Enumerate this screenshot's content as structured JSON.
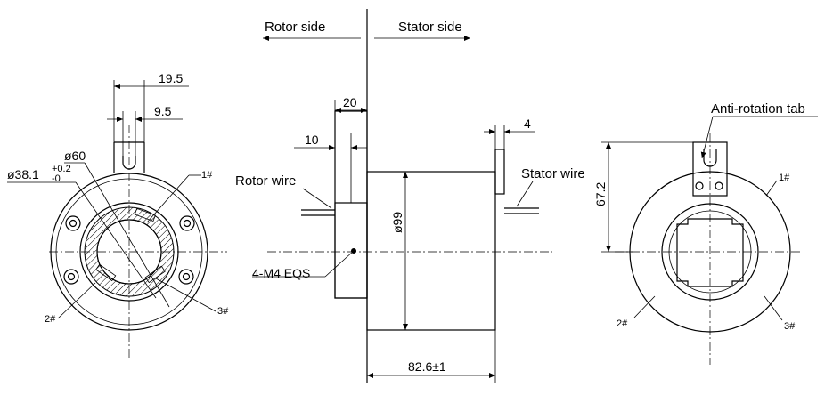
{
  "labels": {
    "rotor_side": "Rotor side",
    "stator_side": "Stator side",
    "rotor_wire": "Rotor wire",
    "stator_wire": "Stator wire",
    "anti_rotation_tab": "Anti-rotation tab",
    "mount_holes": "4-M4  EQS"
  },
  "dimensions": {
    "tab_width_outer": "19.5",
    "tab_width_inner": "9.5",
    "outer_diameter": "ø60",
    "bore_diameter": "ø38.1",
    "bore_tol_upper": "+0.2",
    "bore_tol_lower": "-0",
    "flange_thickness": "20",
    "flange_offset": "10",
    "tab_thickness": "4",
    "housing_diameter": "ø99",
    "length": "82.6±1",
    "tab_height": "67.2"
  },
  "markers": {
    "m1": "1#",
    "m2": "2#",
    "m3": "3#"
  }
}
